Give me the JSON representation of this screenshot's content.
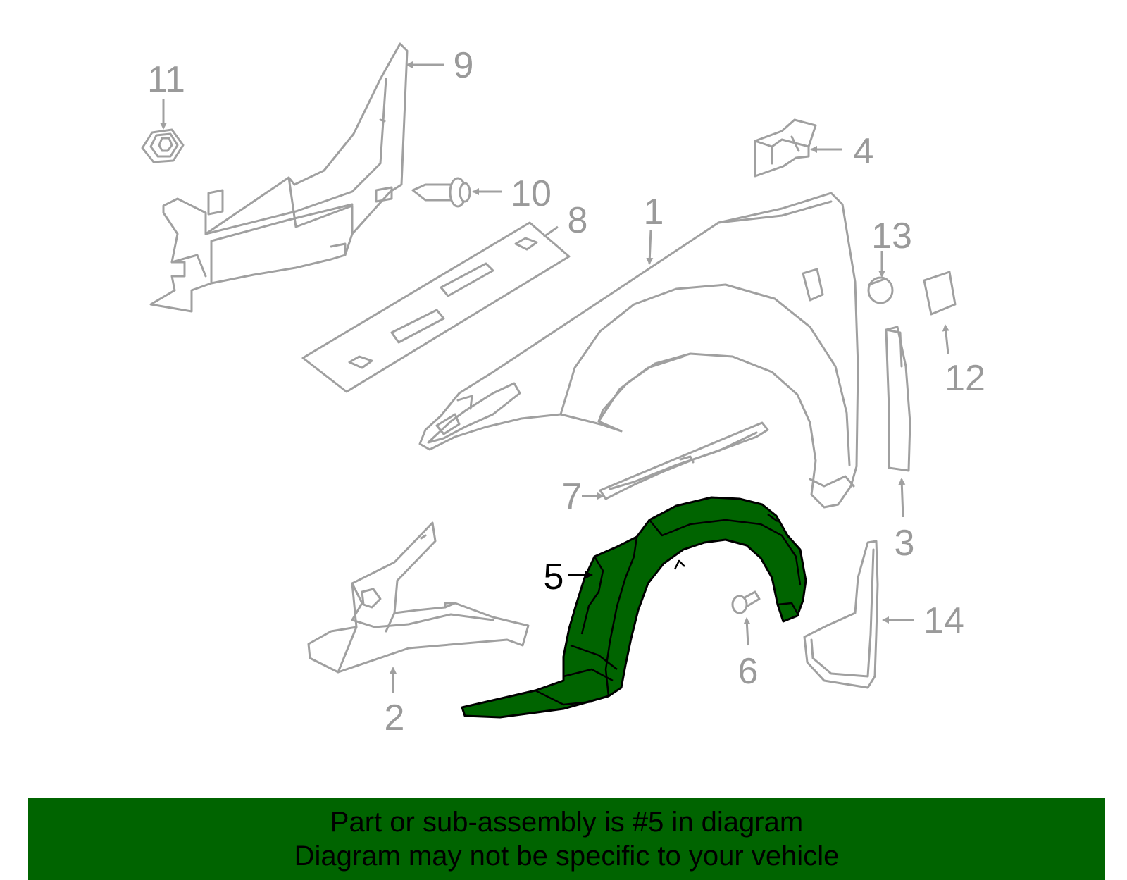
{
  "diagram": {
    "highlight_color": "#006400",
    "line_color": "#a0a0a0",
    "highlighted_part": "5",
    "callouts": {
      "c1": "1",
      "c2": "2",
      "c3": "3",
      "c4": "4",
      "c5": "5",
      "c6": "6",
      "c7": "7",
      "c8": "8",
      "c9": "9",
      "c10": "10",
      "c11": "11",
      "c12": "12",
      "c13": "13",
      "c14": "14"
    }
  },
  "banner": {
    "background": "#006400",
    "line1": "Part or sub-assembly is #5 in diagram",
    "line2": "Diagram may not be specific to your vehicle"
  }
}
